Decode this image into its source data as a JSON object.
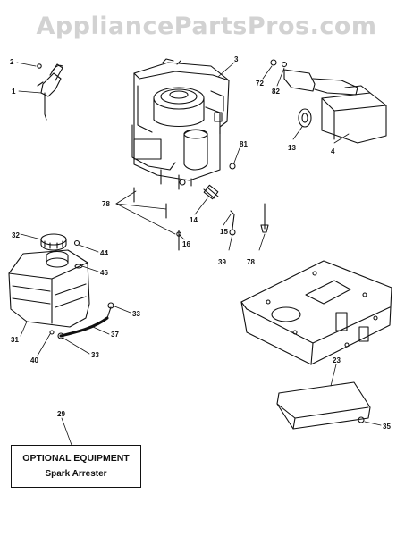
{
  "watermark": "AppliancePartsPros.com",
  "callouts": [
    "2",
    "1",
    "3",
    "72",
    "82",
    "13",
    "4",
    "81",
    "78",
    "14",
    "15",
    "16",
    "39",
    "78",
    "32",
    "44",
    "46",
    "31",
    "40",
    "37",
    "33",
    "33",
    "23",
    "35",
    "29"
  ],
  "optional_box": {
    "title": "OPTIONAL EQUIPMENT",
    "subtitle": "Spark Arrester"
  }
}
